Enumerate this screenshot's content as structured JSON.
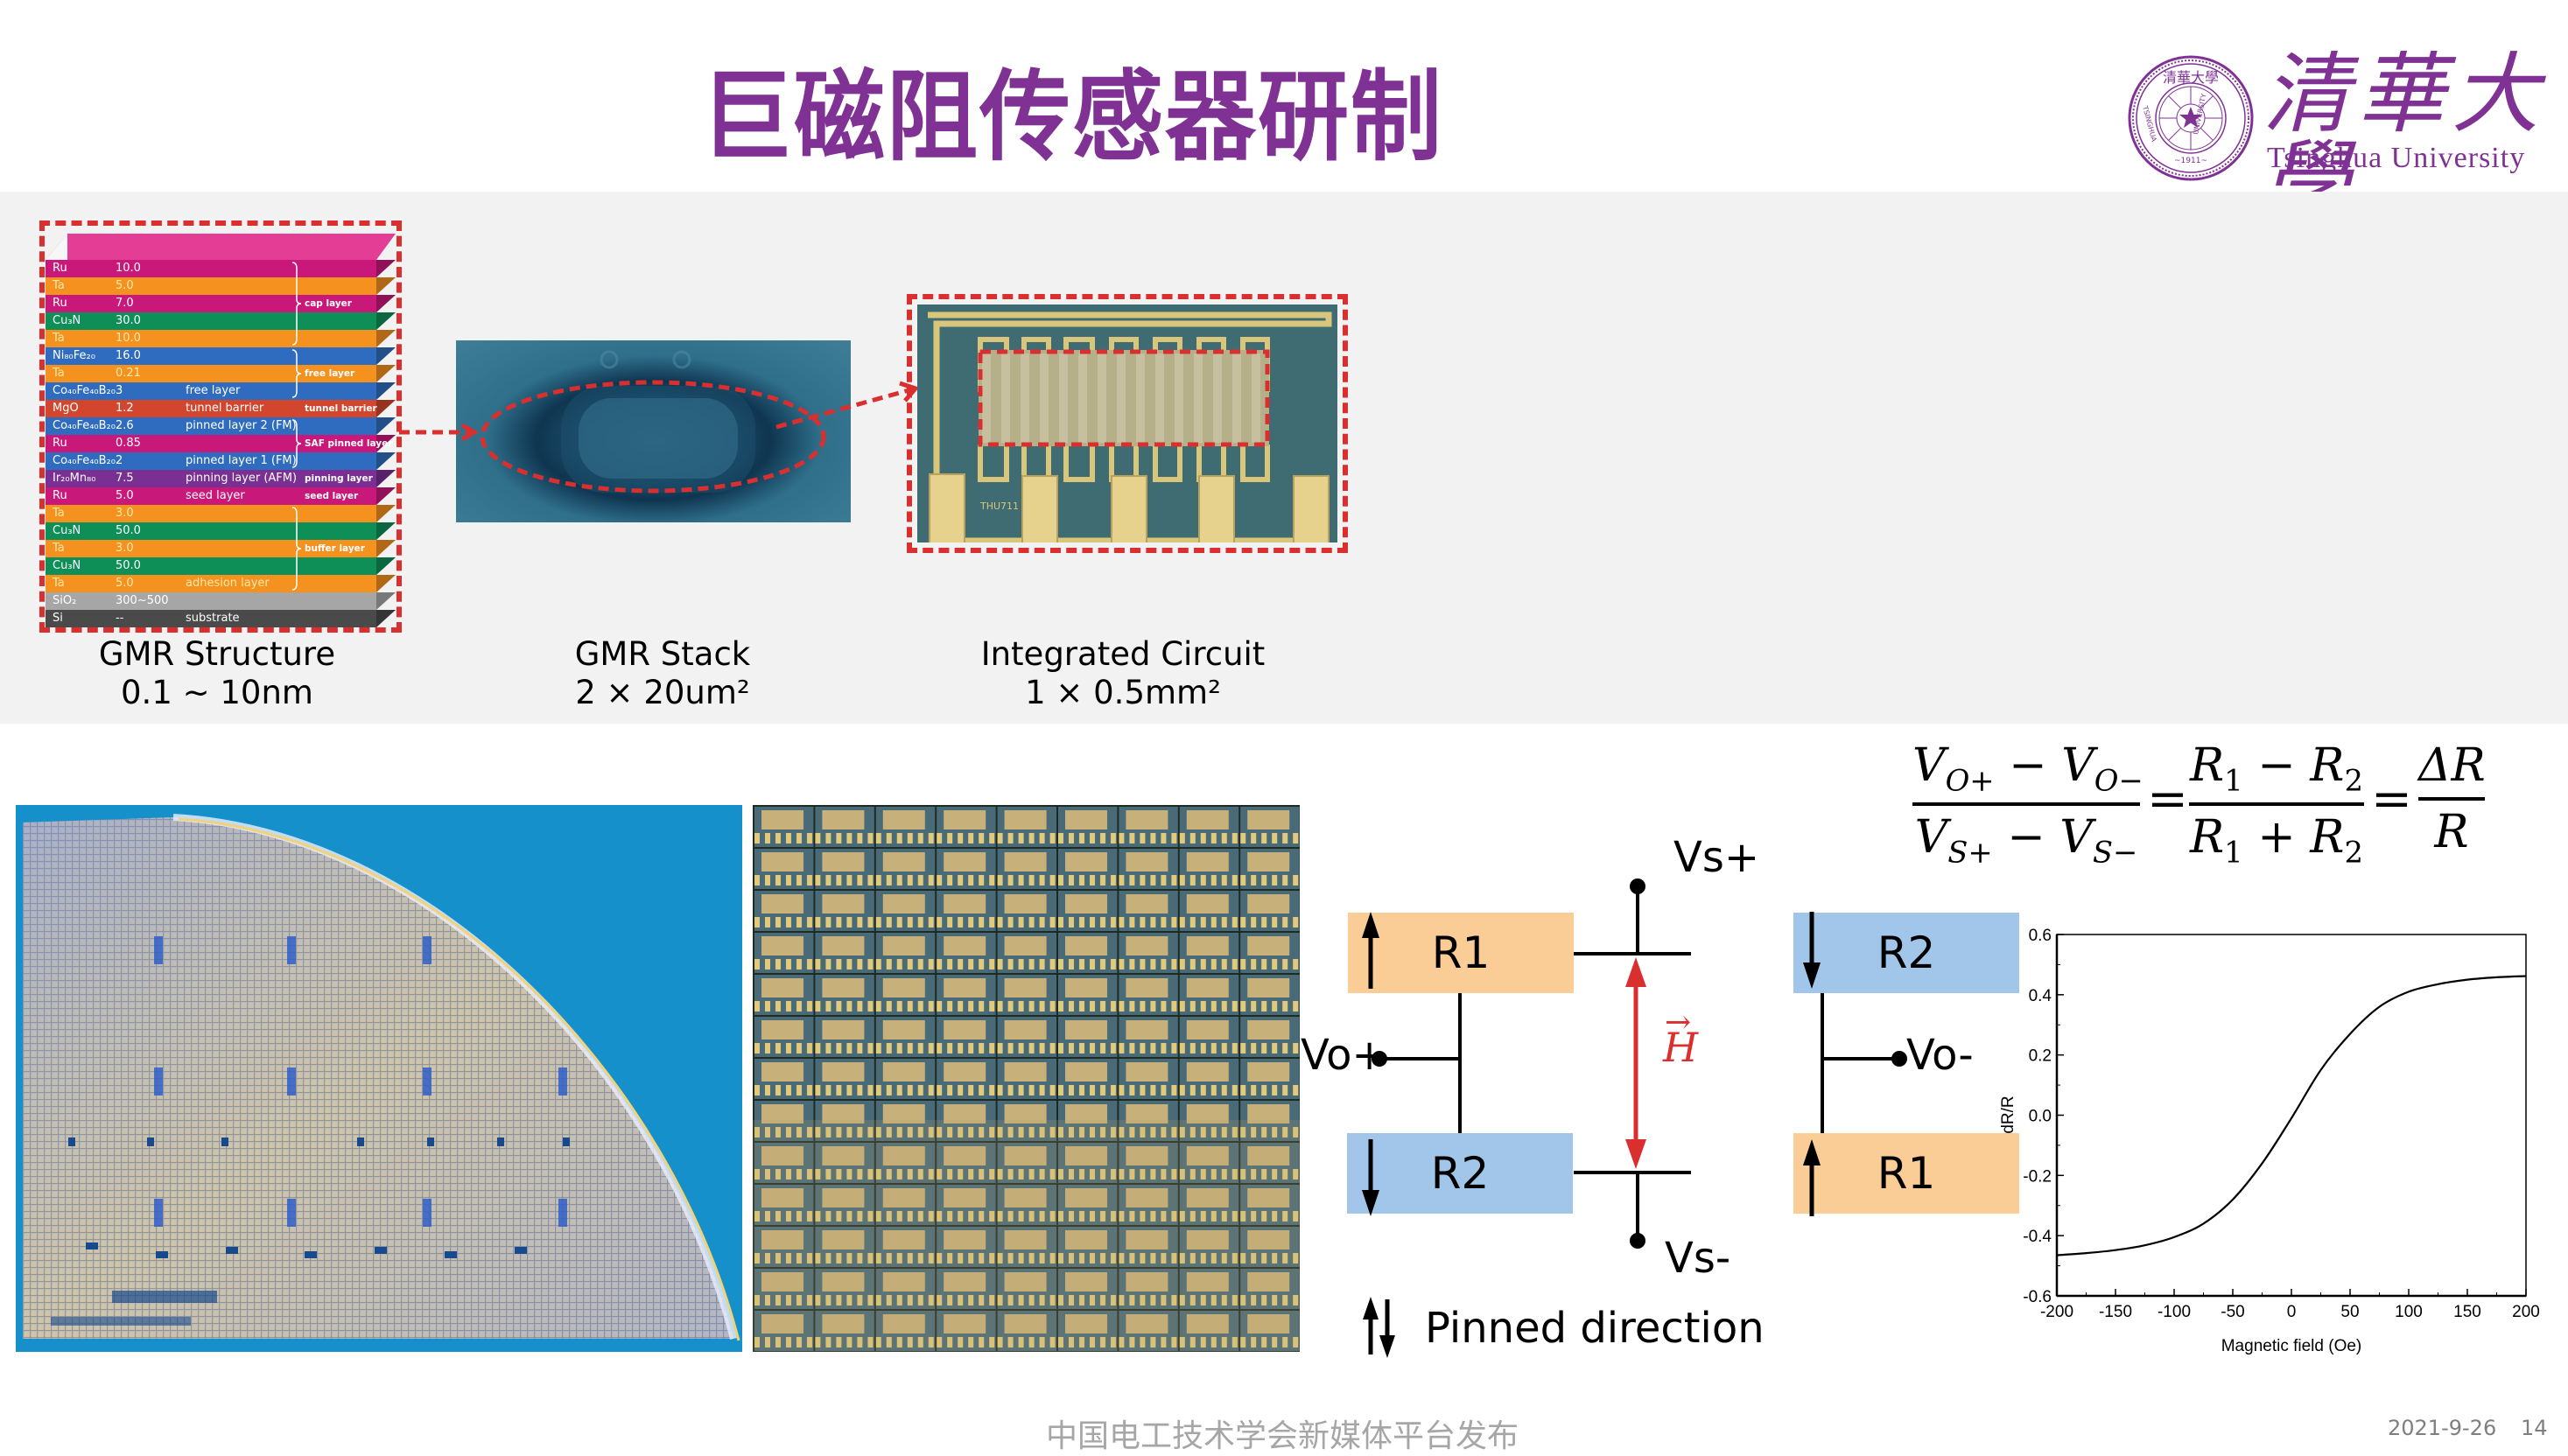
{
  "header": {
    "title": "巨磁阻传感器研制",
    "logo": {
      "icon": "tsinghua-seal-icon",
      "seal_text_top": "清華大學",
      "seal_text_left": "TSINGHUA",
      "seal_text_right": "UNIVERSITY",
      "seal_year": "~1911~",
      "name_cn": "清華大學",
      "name_en": "Tsinghua University"
    }
  },
  "colors": {
    "title_purple": "#7F3294",
    "band_grey": "#F2F2F2",
    "dash_red": "#D9302F",
    "resistor_orange": "#FBCD96",
    "resistor_blue": "#A1C6E9",
    "field_arrow_red": "#D9302F",
    "layer_magenta": "#C8187A",
    "layer_orange": "#F5911E",
    "layer_green": "#0E8F58",
    "layer_blue": "#2F6CC0",
    "layer_red": "#D2462E",
    "layer_purple": "#7A2F93",
    "layer_grey": "#A6A6A6",
    "layer_dark": "#4A4A4A"
  },
  "gmr_structure": {
    "caption_line1": "GMR Structure",
    "caption_line2": "0.1 ~ 10nm",
    "layers": [
      {
        "material": "Ru",
        "thickness": "10.0",
        "desc": "",
        "color": "#C8187A",
        "text": "#ffffff"
      },
      {
        "material": "Ta",
        "thickness": "5.0",
        "desc": "",
        "color": "#F5911E",
        "text": "#FFE9A8"
      },
      {
        "material": "Ru",
        "thickness": "7.0",
        "desc": "",
        "color": "#C8187A",
        "text": "#ffffff"
      },
      {
        "material": "Cu₃N",
        "thickness": "30.0",
        "desc": "",
        "color": "#0E8F58",
        "text": "#ffffff"
      },
      {
        "material": "Ta",
        "thickness": "10.0",
        "desc": "",
        "color": "#F5911E",
        "text": "#FFE9A8"
      },
      {
        "material": "Ni₈₀Fe₂₀",
        "thickness": "16.0",
        "desc": "",
        "color": "#2F6CC0",
        "text": "#ffffff"
      },
      {
        "material": "Ta",
        "thickness": "0.21",
        "desc": "",
        "color": "#F5911E",
        "text": "#FFE9A8"
      },
      {
        "material": "Co₄₀Fe₄₀B₂₀",
        "thickness": "3",
        "desc": "free layer",
        "color": "#2F6CC0",
        "text": "#ffffff"
      },
      {
        "material": "MgO",
        "thickness": "1.2",
        "desc": "tunnel barrier",
        "color": "#D2462E",
        "text": "#ffffff"
      },
      {
        "material": "Co₄₀Fe₄₀B₂₀",
        "thickness": "2.6",
        "desc": "pinned layer 2 (FM)",
        "color": "#2F6CC0",
        "text": "#ffffff"
      },
      {
        "material": "Ru",
        "thickness": "0.85",
        "desc": "",
        "color": "#C8187A",
        "text": "#ffffff"
      },
      {
        "material": "Co₄₀Fe₄₀B₂₀",
        "thickness": "2",
        "desc": "pinned layer 1 (FM)",
        "color": "#2F6CC0",
        "text": "#ffffff"
      },
      {
        "material": "Ir₂₀Mn₈₀",
        "thickness": "7.5",
        "desc": "pinning layer (AFM)",
        "color": "#7A2F93",
        "text": "#ffffff"
      },
      {
        "material": "Ru",
        "thickness": "5.0",
        "desc": "seed layer",
        "color": "#C8187A",
        "text": "#ffffff"
      },
      {
        "material": "Ta",
        "thickness": "3.0",
        "desc": "",
        "color": "#F5911E",
        "text": "#FFE9A8"
      },
      {
        "material": "Cu₃N",
        "thickness": "50.0",
        "desc": "",
        "color": "#0E8F58",
        "text": "#ffffff"
      },
      {
        "material": "Ta",
        "thickness": "3.0",
        "desc": "",
        "color": "#F5911E",
        "text": "#FFE9A8"
      },
      {
        "material": "Cu₃N",
        "thickness": "50.0",
        "desc": "",
        "color": "#0E8F58",
        "text": "#ffffff"
      },
      {
        "material": "Ta",
        "thickness": "5.0",
        "desc": "adhesion layer",
        "color": "#F5911E",
        "text": "#FFE9A8"
      },
      {
        "material": "SiO₂",
        "thickness": "300~500",
        "desc": "",
        "color": "#A6A6A6",
        "text": "#ffffff"
      },
      {
        "material": "Si",
        "thickness": "--",
        "desc": "substrate",
        "color": "#4A4A4A",
        "text": "#ffffff"
      }
    ],
    "groups": [
      {
        "label": "cap layer",
        "row_start": 0,
        "row_end": 4
      },
      {
        "label": "free layer",
        "row_start": 5,
        "row_end": 7
      },
      {
        "label": "tunnel barrier",
        "row_start": 8,
        "row_end": 8
      },
      {
        "label": "SAF pinned layer",
        "row_start": 9,
        "row_end": 11
      },
      {
        "label": "pinning layer",
        "row_start": 12,
        "row_end": 12
      },
      {
        "label": "seed layer",
        "row_start": 13,
        "row_end": 13
      },
      {
        "label": "buffer layer",
        "row_start": 14,
        "row_end": 18
      }
    ]
  },
  "gmr_stack": {
    "caption_line1": "GMR Stack",
    "caption_line2": "2 × 20um²"
  },
  "integrated_circuit": {
    "caption_line1": "Integrated Circuit",
    "caption_line2": "1 × 0.5mm²",
    "chip_label": "THU711"
  },
  "bridge": {
    "resistors": [
      {
        "id": "top-left",
        "label": "R1",
        "arrow": "up",
        "color": "orange"
      },
      {
        "id": "top-right",
        "label": "R2",
        "arrow": "down",
        "color": "blue"
      },
      {
        "id": "bottom-left",
        "label": "R2",
        "arrow": "down",
        "color": "blue"
      },
      {
        "id": "bottom-right",
        "label": "R1",
        "arrow": "up",
        "color": "orange"
      }
    ],
    "vs_plus": "Vs+",
    "vs_minus": "Vs-",
    "vo_plus": "Vo+",
    "vo_minus": "Vo-",
    "field_label": "H",
    "legend": "Pinned direction"
  },
  "formula": {
    "lhs_num": "V_{O+} − V_{O−}",
    "lhs_den": "V_{S+} − V_{S−}",
    "mid_num": "R_1 − R_2",
    "mid_den": "R_1 + R_2",
    "rhs_num": "ΔR",
    "rhs_den": "R"
  },
  "chart_data": {
    "type": "line",
    "title": "",
    "xlabel": "Magnetic field (Oe)",
    "ylabel": "dR/R",
    "xlim": [
      -200,
      200
    ],
    "ylim": [
      -0.6,
      0.6
    ],
    "xticks": [
      -200,
      -150,
      -100,
      -50,
      0,
      50,
      100,
      150,
      200
    ],
    "yticks": [
      -0.6,
      -0.4,
      -0.2,
      0.0,
      0.2,
      0.4,
      0.6
    ],
    "xtick_labels": [
      "-200",
      "-150",
      "-100",
      "-50",
      "0",
      "50",
      "100",
      "150",
      "200"
    ],
    "ytick_labels": [
      "-0.6",
      "-0.4",
      "-0.2",
      "0.0",
      "0.2",
      "0.4",
      "0.6"
    ],
    "grid": false,
    "legend": null,
    "series": [
      {
        "name": "dR/R",
        "x": [
          -200,
          -175,
          -150,
          -125,
          -100,
          -75,
          -50,
          -25,
          0,
          25,
          50,
          75,
          100,
          125,
          150,
          175,
          200
        ],
        "y": [
          -0.465,
          -0.458,
          -0.448,
          -0.432,
          -0.405,
          -0.36,
          -0.28,
          -0.16,
          -0.01,
          0.15,
          0.27,
          0.36,
          0.41,
          0.435,
          0.45,
          0.458,
          0.462
        ]
      }
    ]
  },
  "footer": {
    "source": "中国电工技术学会新媒体平台发布",
    "date": "2021-9-26",
    "page": "14"
  }
}
